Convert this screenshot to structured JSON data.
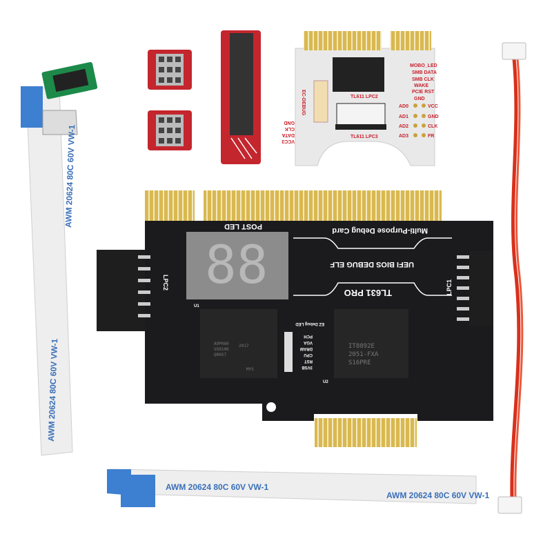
{
  "colors": {
    "pcb_black": "#1b1b1d",
    "pcb_white": "#e9e9ea",
    "pcb_red": "#c4262e",
    "gold": "#d9b850",
    "ribbon_text": "#3a6fb8",
    "wire_red": "#d8301c"
  },
  "ribbon_cable": {
    "marking": "AWM  20624  80C  60V  VW-1"
  },
  "main_card": {
    "title": "Multi-Purpose Debug Card",
    "post_led": "POST LED",
    "subtitle": "UEFI BIOS DEBUG ELF",
    "model": "TL631 PRO",
    "lpc1": "LPC1",
    "lpc2": "LPC2",
    "u1": "U1",
    "u2": "U2",
    "ez_debug": "EZ Debug LED",
    "led_labels": [
      "PCH",
      "VGA",
      "DRAM",
      "CPU",
      "RST",
      "3VSB"
    ],
    "chip1": [
      "A9P060",
      "VG0100",
      "QR0S7",
      "2017",
      "MYS"
    ],
    "chip2": [
      "IT8892E",
      "2051-FXA",
      "S16PRE"
    ],
    "display": "88"
  },
  "mini_card": {
    "mobo_led": "MOBO_LED",
    "signals": [
      "SMB DATA",
      "SMB CLK",
      "WAKE",
      "PCIE RST",
      "GND"
    ],
    "lpc2": "TL611 LPC2",
    "lpc3": "TL611 LPC3",
    "ec_debug": "EC-DEBUG",
    "ec_pins": [
      "GND",
      "CLK",
      "DATA",
      "VCC3"
    ],
    "pads_left": [
      "AD0",
      "AD1",
      "AD2",
      "AD3"
    ],
    "pads_right": [
      "VCC",
      "GND",
      "CLK",
      "FR"
    ]
  }
}
